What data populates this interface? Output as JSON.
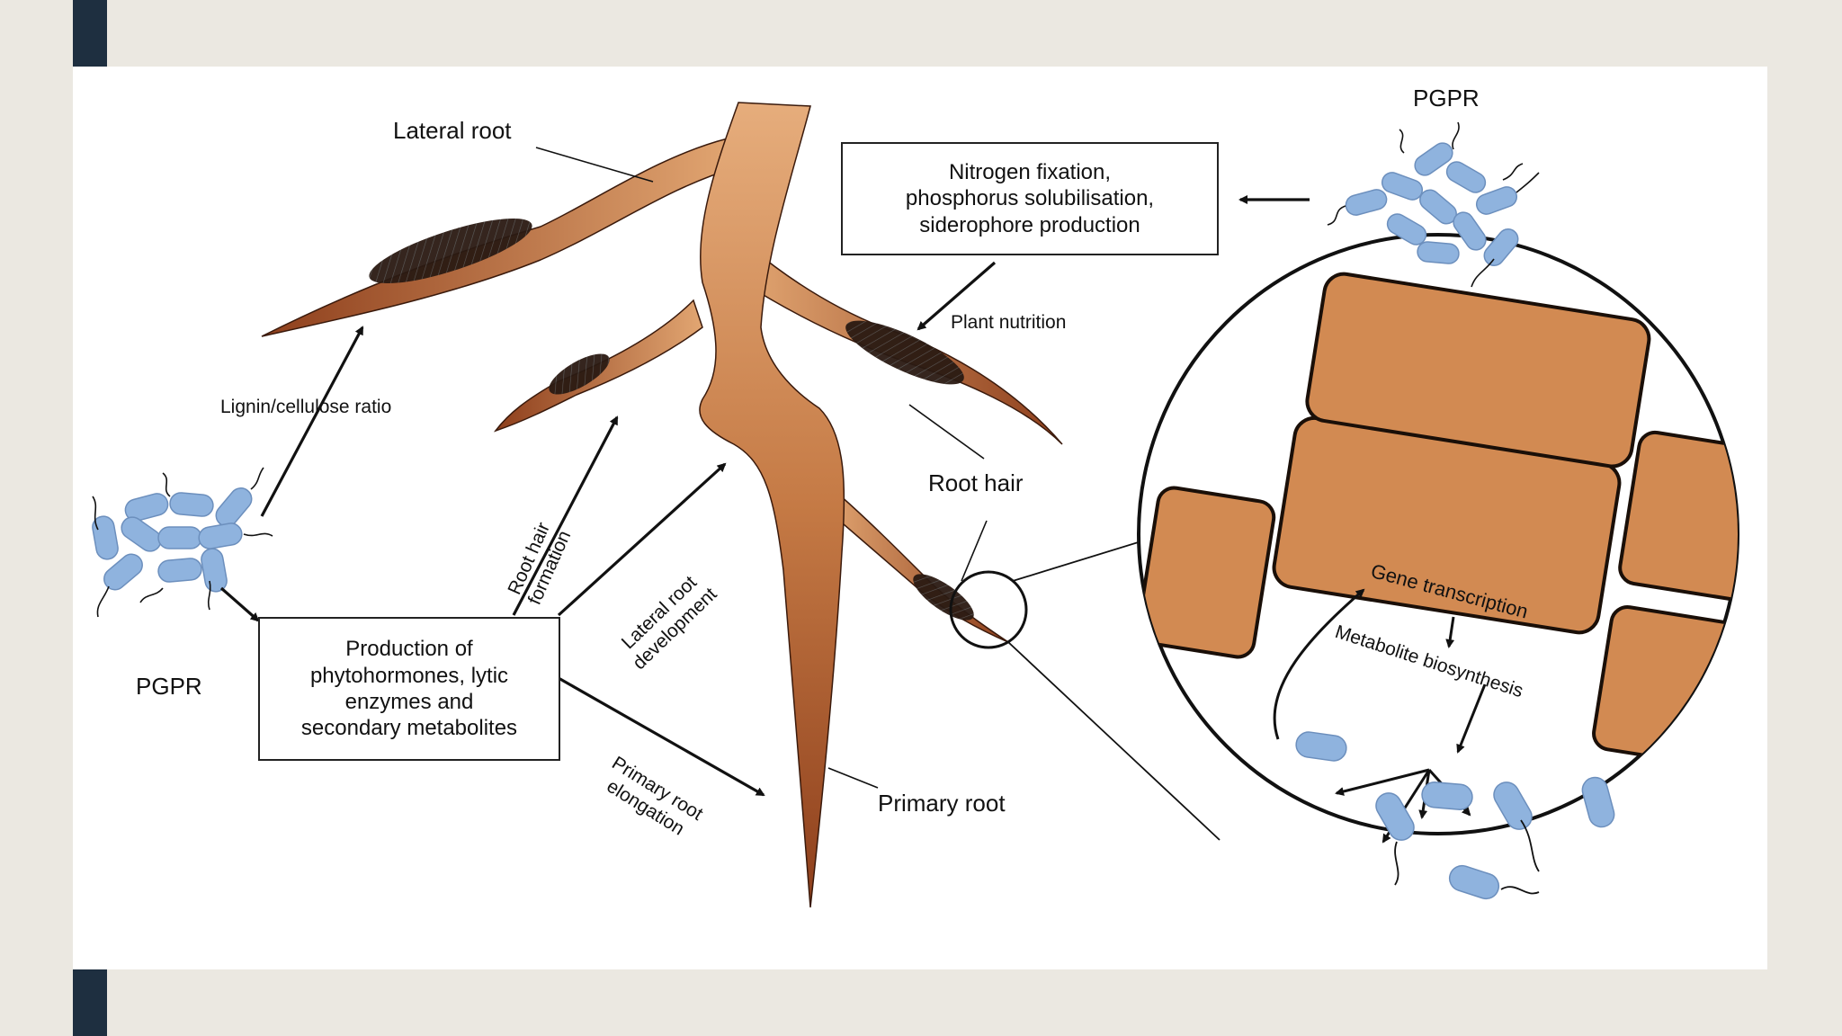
{
  "colors": {
    "background": "#ebe8e1",
    "accent_bar": "#1e2f40",
    "panel": "#ffffff",
    "root_light": "#e0a674",
    "root_dark": "#9a4a22",
    "cell_fill": "#d28a52",
    "bacteria": "#8fb3de",
    "line": "#111111"
  },
  "diagram": {
    "labels": {
      "lateral_root": "Lateral root",
      "pgpr_top": "PGPR",
      "pgpr_left": "PGPR",
      "plant_nutrition": "Plant nutrition",
      "lignin_ratio": "Lignin/cellulose ratio",
      "root_hair": "Root hair",
      "primary_root": "Primary root",
      "root_hair_formation_1": "Root hair",
      "root_hair_formation_2": "formation",
      "lateral_root_development_1": "Lateral root",
      "lateral_root_development_2": "development",
      "primary_root_elongation_1": "Primary root",
      "primary_root_elongation_2": "elongation",
      "gene_transcription": "Gene transcription",
      "metabolite_biosynthesis": "Metabolite biosynthesis"
    },
    "boxes": {
      "nitrogen_lines": [
        "Nitrogen fixation,",
        "phosphorus solubilisation,",
        "siderophore production"
      ],
      "phyto_lines": [
        "Production of",
        "phytohormones, lytic",
        "enzymes and",
        "secondary metabolites"
      ]
    }
  }
}
